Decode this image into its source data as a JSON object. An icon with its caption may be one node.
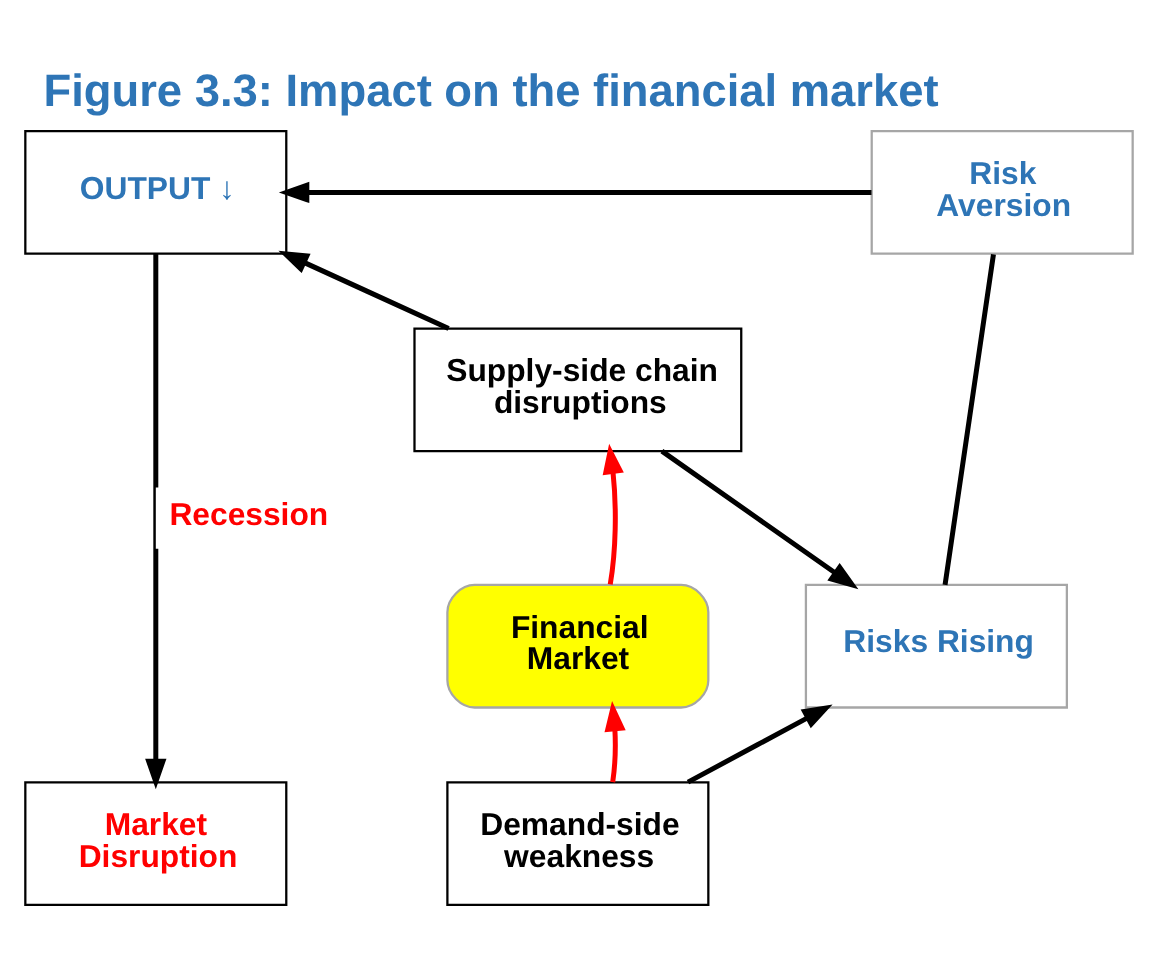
{
  "diagram": {
    "title": "Figure 3.3: Impact on the financial market",
    "nodes": [
      {
        "text": [
          "OUTPUT ↓"
        ]
      },
      {
        "text": [
          "Risk Aversion"
        ]
      },
      {
        "text": [
          "Supply-side chain disruptions"
        ]
      },
      {
        "text": [
          "Financial Market"
        ]
      },
      {
        "text": [
          "Risks Rising"
        ]
      },
      {
        "text": [
          "Market Disruption"
        ]
      },
      {
        "text": [
          "Demand-side weakness"
        ]
      }
    ],
    "edges": [
      {
        "from": 1,
        "to": 0,
        "arrow": "to"
      },
      {
        "from": 2,
        "to": 0,
        "arrow": "to"
      },
      {
        "from": 2,
        "to": 4,
        "arrow": "to"
      },
      {
        "from": 4,
        "to": 1,
        "arrow": "none"
      },
      {
        "from": 0,
        "to": 5,
        "arrow": "to",
        "label": "Recession"
      },
      {
        "from": 3,
        "to": 2,
        "arrow": "to",
        "color": "#ff0000"
      },
      {
        "from": 6,
        "to": 3,
        "arrow": "to",
        "color": "#ff0000"
      },
      {
        "from": 6,
        "to": 4,
        "arrow": "to"
      }
    ]
  }
}
